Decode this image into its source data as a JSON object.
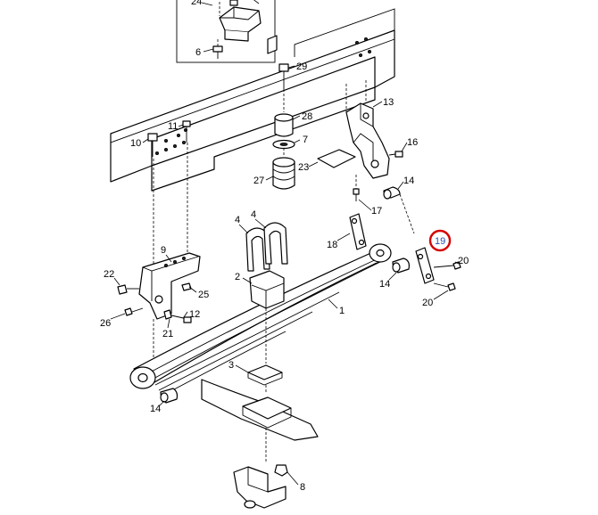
{
  "diagram": {
    "highlight_color": "#d40000",
    "callouts": [
      {
        "id": "c24",
        "text": "24"
      },
      {
        "id": "c25",
        "text": "25"
      },
      {
        "id": "c6",
        "text": "6"
      },
      {
        "id": "c29",
        "text": "29"
      },
      {
        "id": "c13",
        "text": "13"
      },
      {
        "id": "c28",
        "text": "28"
      },
      {
        "id": "c11",
        "text": "11"
      },
      {
        "id": "c7",
        "text": "7"
      },
      {
        "id": "c10",
        "text": "10"
      },
      {
        "id": "c16",
        "text": "16"
      },
      {
        "id": "c23",
        "text": "23"
      },
      {
        "id": "c27",
        "text": "27"
      },
      {
        "id": "c14a",
        "text": "14"
      },
      {
        "id": "c17",
        "text": "17"
      },
      {
        "id": "c4a",
        "text": "4"
      },
      {
        "id": "c4b",
        "text": "4"
      },
      {
        "id": "c18",
        "text": "18"
      },
      {
        "id": "c19",
        "text": "19"
      },
      {
        "id": "c9",
        "text": "9"
      },
      {
        "id": "c20a",
        "text": "20"
      },
      {
        "id": "c22",
        "text": "22"
      },
      {
        "id": "c2",
        "text": "2"
      },
      {
        "id": "c14b",
        "text": "14"
      },
      {
        "id": "c25b",
        "text": "25"
      },
      {
        "id": "c20b",
        "text": "20"
      },
      {
        "id": "c12",
        "text": "12"
      },
      {
        "id": "c1",
        "text": "1"
      },
      {
        "id": "c26",
        "text": "26"
      },
      {
        "id": "c21",
        "text": "21"
      },
      {
        "id": "c3",
        "text": "3"
      },
      {
        "id": "c14c",
        "text": "14"
      },
      {
        "id": "c8",
        "text": "8"
      }
    ]
  }
}
